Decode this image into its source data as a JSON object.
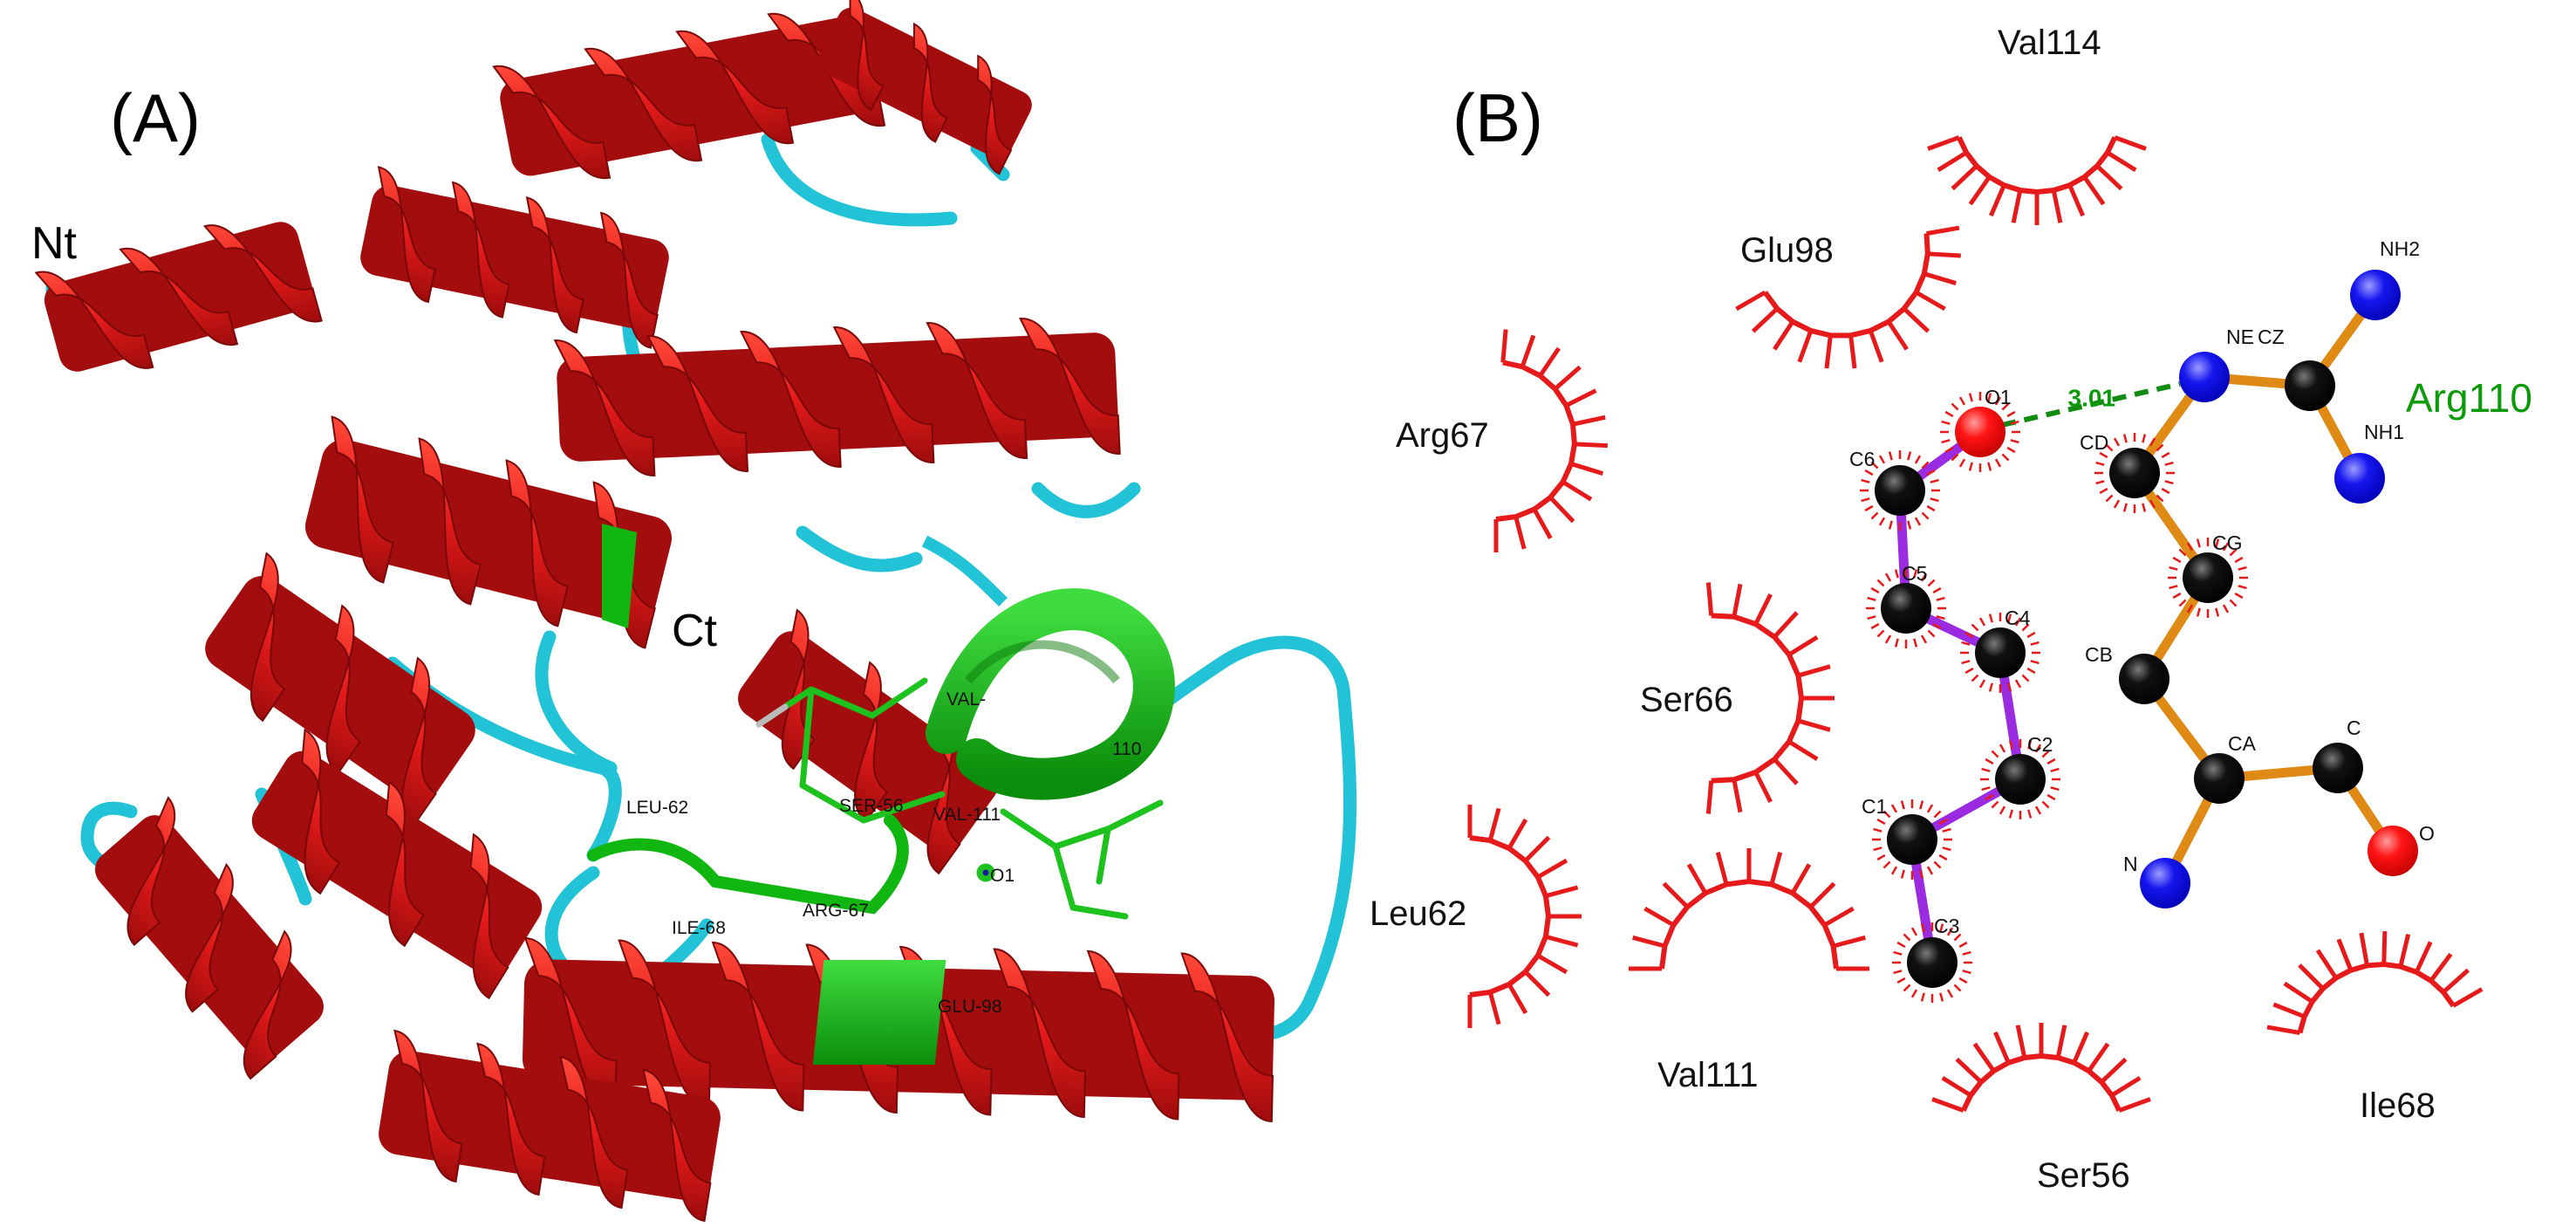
{
  "colors": {
    "helix": "#e41a1a",
    "helix_dark": "#a30d0d",
    "loop": "#22c3d6",
    "site": "#11b611",
    "ligand_bond": "#9a2be0",
    "residue_bond": "#e08a16",
    "carbon": "#000000",
    "oxygen": "#ff1010",
    "nitrogen": "#1414ee",
    "hydrophobic": "#e61a1a",
    "hbond": "#118c11"
  },
  "panel_a": {
    "label": "(A)",
    "nterm": "Nt",
    "cterm": "Ct",
    "residues": [
      {
        "key": "val",
        "text": "VAL-"
      },
      {
        "key": "ten",
        "text": "110"
      },
      {
        "key": "leu",
        "text": "LEU-62"
      },
      {
        "key": "ser",
        "text": "SER-56"
      },
      {
        "key": "vall",
        "text": "VAL-111"
      },
      {
        "key": "o1",
        "text": "O1"
      },
      {
        "key": "ile",
        "text": "ILE-68"
      },
      {
        "key": "arg",
        "text": "ARG-67"
      },
      {
        "key": "glu",
        "text": "GLU-98"
      }
    ]
  },
  "panel_b": {
    "label": "(B)",
    "ligand_residue": "Arg110",
    "hbond_distance": "3.01",
    "contacts": [
      {
        "key": "val114",
        "name": "Val114"
      },
      {
        "key": "glu98",
        "name": "Glu98"
      },
      {
        "key": "arg67",
        "name": "Arg67"
      },
      {
        "key": "ser66",
        "name": "Ser66"
      },
      {
        "key": "leu62",
        "name": "Leu62"
      },
      {
        "key": "val111",
        "name": "Val111"
      },
      {
        "key": "ser56",
        "name": "Ser56"
      },
      {
        "key": "ile68",
        "name": "Ile68"
      }
    ],
    "atoms": [
      {
        "id": "O1",
        "label": "O1",
        "element": "O",
        "group": "ligand",
        "hydrophobic": true
      },
      {
        "id": "C6",
        "label": "C6",
        "element": "C",
        "group": "ligand",
        "hydrophobic": true
      },
      {
        "id": "C5",
        "label": "C5",
        "element": "C",
        "group": "ligand",
        "hydrophobic": true
      },
      {
        "id": "C4",
        "label": "C4",
        "element": "C",
        "group": "ligand",
        "hydrophobic": true
      },
      {
        "id": "C2",
        "label": "C2",
        "element": "C",
        "group": "ligand",
        "hydrophobic": true
      },
      {
        "id": "C1",
        "label": "C1",
        "element": "C",
        "group": "ligand",
        "hydrophobic": true
      },
      {
        "id": "C3",
        "label": "C3",
        "element": "C",
        "group": "ligand",
        "hydrophobic": true
      },
      {
        "id": "NE",
        "label": "NE",
        "element": "N",
        "group": "residue",
        "hydrophobic": false
      },
      {
        "id": "CZ",
        "label": "CZ",
        "element": "C",
        "group": "residue",
        "hydrophobic": false
      },
      {
        "id": "NH2",
        "label": "NH2",
        "element": "N",
        "group": "residue",
        "hydrophobic": false
      },
      {
        "id": "NH1",
        "label": "NH1",
        "element": "N",
        "group": "residue",
        "hydrophobic": false
      },
      {
        "id": "CD",
        "label": "CD",
        "element": "C",
        "group": "residue",
        "hydrophobic": true
      },
      {
        "id": "CG",
        "label": "CG",
        "element": "C",
        "group": "residue",
        "hydrophobic": true
      },
      {
        "id": "CB",
        "label": "CB",
        "element": "C",
        "group": "residue",
        "hydrophobic": false
      },
      {
        "id": "CA",
        "label": "CA",
        "element": "C",
        "group": "residue",
        "hydrophobic": false
      },
      {
        "id": "C",
        "label": "C",
        "element": "C",
        "group": "residue",
        "hydrophobic": false
      },
      {
        "id": "O",
        "label": "O",
        "element": "O",
        "group": "residue",
        "hydrophobic": false
      },
      {
        "id": "N",
        "label": "N",
        "element": "N",
        "group": "residue",
        "hydrophobic": false
      }
    ],
    "bonds": [
      [
        "O1",
        "C6",
        "ligand"
      ],
      [
        "C6",
        "C5",
        "ligand"
      ],
      [
        "C5",
        "C4",
        "ligand"
      ],
      [
        "C4",
        "C2",
        "ligand"
      ],
      [
        "C2",
        "C1",
        "ligand"
      ],
      [
        "C1",
        "C3",
        "ligand"
      ],
      [
        "NE",
        "CZ",
        "residue"
      ],
      [
        "CZ",
        "NH2",
        "residue"
      ],
      [
        "CZ",
        "NH1",
        "residue"
      ],
      [
        "NE",
        "CD",
        "residue"
      ],
      [
        "CD",
        "CG",
        "residue"
      ],
      [
        "CG",
        "CB",
        "residue"
      ],
      [
        "CB",
        "CA",
        "residue"
      ],
      [
        "CA",
        "C",
        "residue"
      ],
      [
        "C",
        "O",
        "residue"
      ],
      [
        "CA",
        "N",
        "residue"
      ]
    ],
    "hbonds": [
      [
        "O1",
        "NE"
      ]
    ]
  }
}
